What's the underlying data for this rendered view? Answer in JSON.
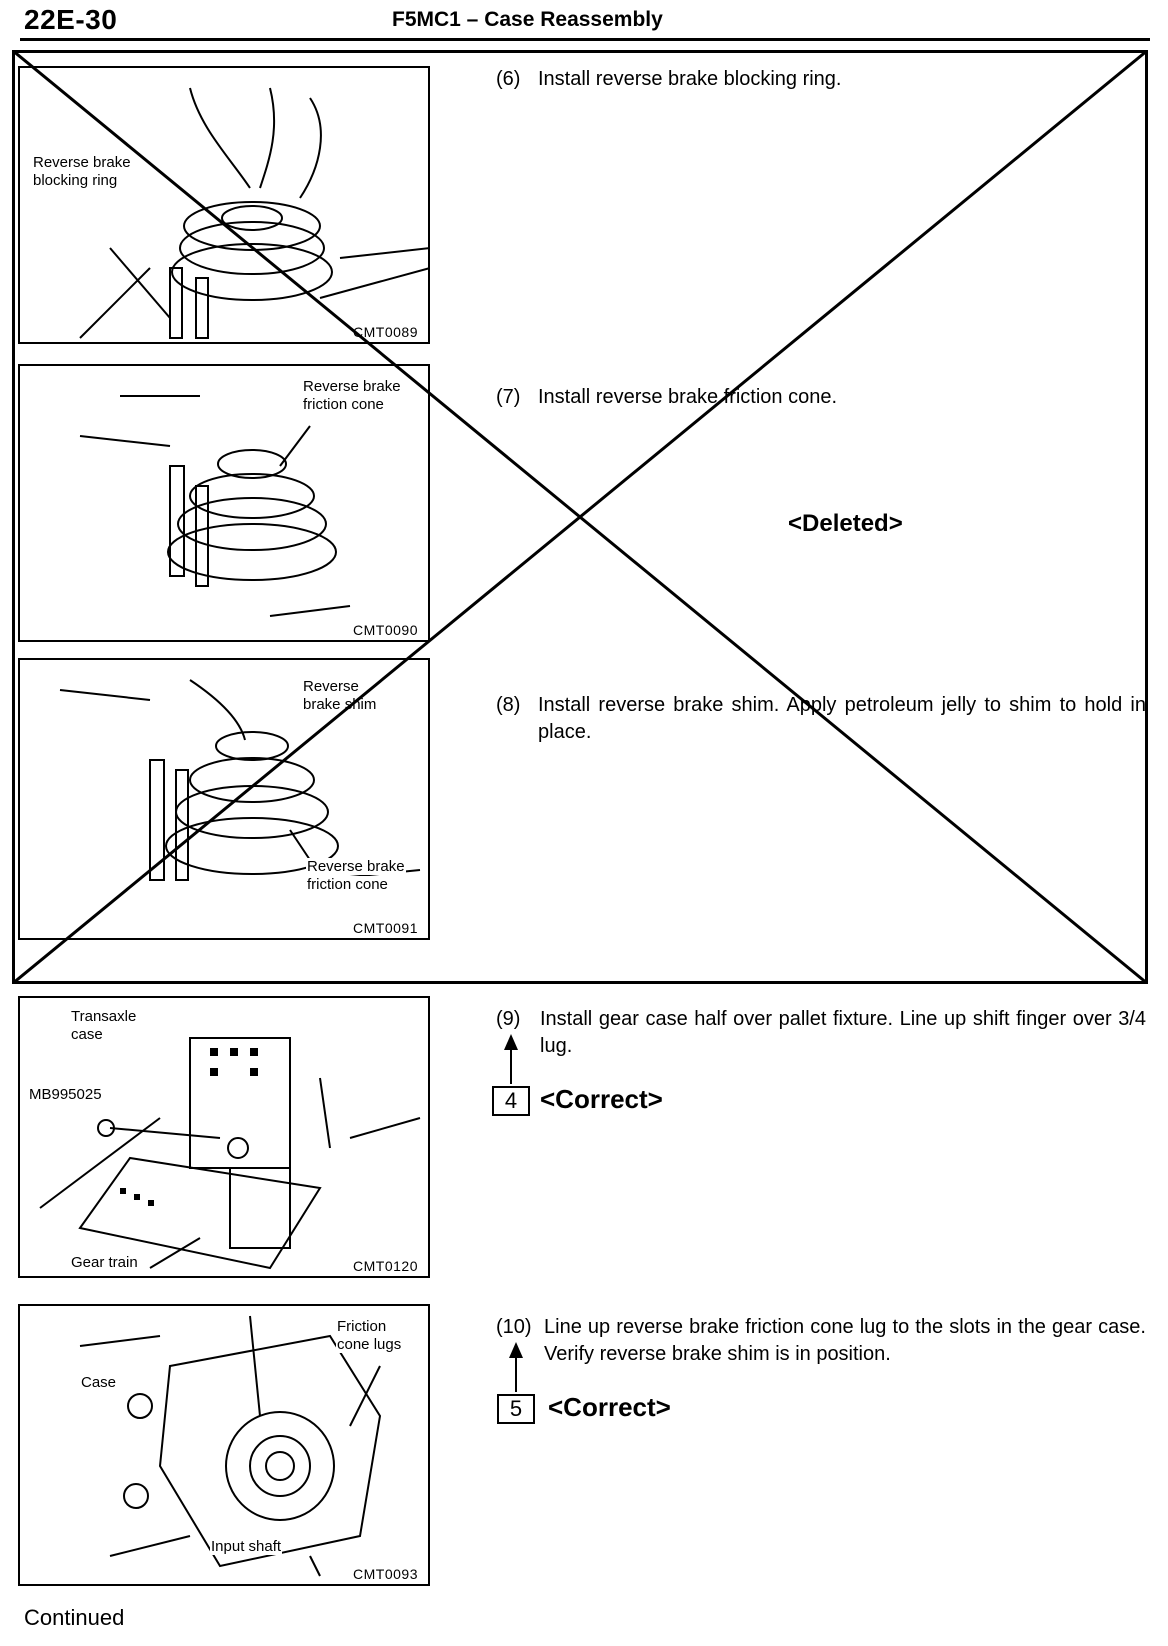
{
  "header": {
    "page_number": "22E-30",
    "title": "F5MC1 – Case Reassembly"
  },
  "figures": [
    {
      "code": "CMT0089",
      "labels": [
        "Reverse brake",
        "blocking ring"
      ]
    },
    {
      "code": "CMT0090",
      "labels": [
        "Reverse brake",
        "friction cone"
      ]
    },
    {
      "code": "CMT0091",
      "labels": [
        "Reverse",
        "brake shim",
        "Reverse brake",
        "friction cone"
      ]
    },
    {
      "code": "CMT0120",
      "labels": [
        "Transaxle",
        "case",
        "MB995025",
        "Gear train"
      ]
    },
    {
      "code": "CMT0093",
      "labels": [
        "Friction",
        "cone lugs",
        "Case",
        "Input shaft"
      ]
    }
  ],
  "steps": [
    {
      "number": "(6)",
      "text": "Install reverse brake blocking ring."
    },
    {
      "number": "(7)",
      "text": "Install reverse brake friction cone."
    },
    {
      "number": "(8)",
      "text": "Install reverse brake shim. Apply petroleum jelly to shim to hold in place."
    },
    {
      "number": "(9)",
      "text": "Install gear case half over pallet fixture. Line up shift finger over 3/4 lug."
    },
    {
      "number": "(10)",
      "text": "Line up reverse brake friction cone lug to the slots in the gear case. Verify reverse brake shim is in position."
    }
  ],
  "deleted_mark": "<Deleted>",
  "revisions": [
    {
      "number": "4",
      "label": "<Correct>"
    },
    {
      "number": "5",
      "label": "<Correct>"
    }
  ],
  "footer": {
    "continued": "Continued"
  }
}
